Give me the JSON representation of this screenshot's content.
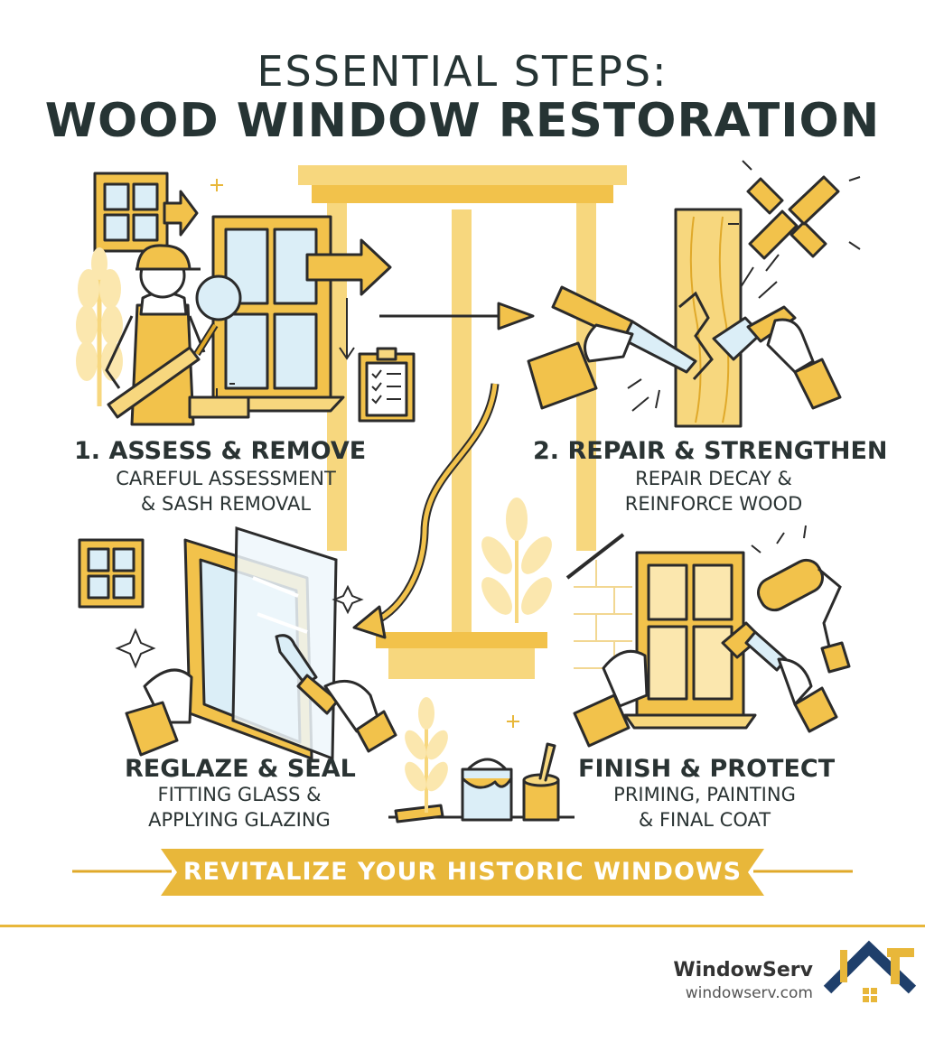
{
  "header": {
    "title_line1": "ESSENTIAL STEPS:",
    "title_line2": "WOOD WINDOW RESTORATION"
  },
  "steps": [
    {
      "title": "1. ASSESS & REMOVE",
      "desc_line1": "CAREFUL ASSESSMENT",
      "desc_line2": "& SASH REMOVAL"
    },
    {
      "title": "2. REPAIR & STRENGTHEN",
      "desc_line1": "REPAIR DECAY &",
      "desc_line2": "REINFORCE WOOD"
    },
    {
      "title": "REGLAZE & SEAL",
      "desc_line1": "FITTING GLASS &",
      "desc_line2": "APPLYING GLAZING"
    },
    {
      "title": "FINISH & PROTECT",
      "desc_line1": "PRIMING, PAINTING",
      "desc_line2": "& FINAL COAT"
    }
  ],
  "banner": {
    "text": "REVITALIZE YOUR HISTORIC WINDOWS"
  },
  "footer": {
    "brand": "WindowServ",
    "url": "windowserv.com"
  },
  "colors": {
    "gold": "#f2c24b",
    "gold_dark": "#e0a92a",
    "outline": "#2b2b2b",
    "navy": "#1f3f6b",
    "glass": "#dbeef7"
  },
  "icons": [
    "small-window-icon",
    "sash-window-icon",
    "worker-icon",
    "magnifier-icon",
    "clipboard-icon",
    "arrow-right-icon",
    "chisel-icon",
    "scraper-icon",
    "broken-wood-icon",
    "glass-pane-icon",
    "putty-knife-icon",
    "paint-roller-icon",
    "paint-brush-icon",
    "paint-can-icon",
    "house-logo-icon"
  ]
}
